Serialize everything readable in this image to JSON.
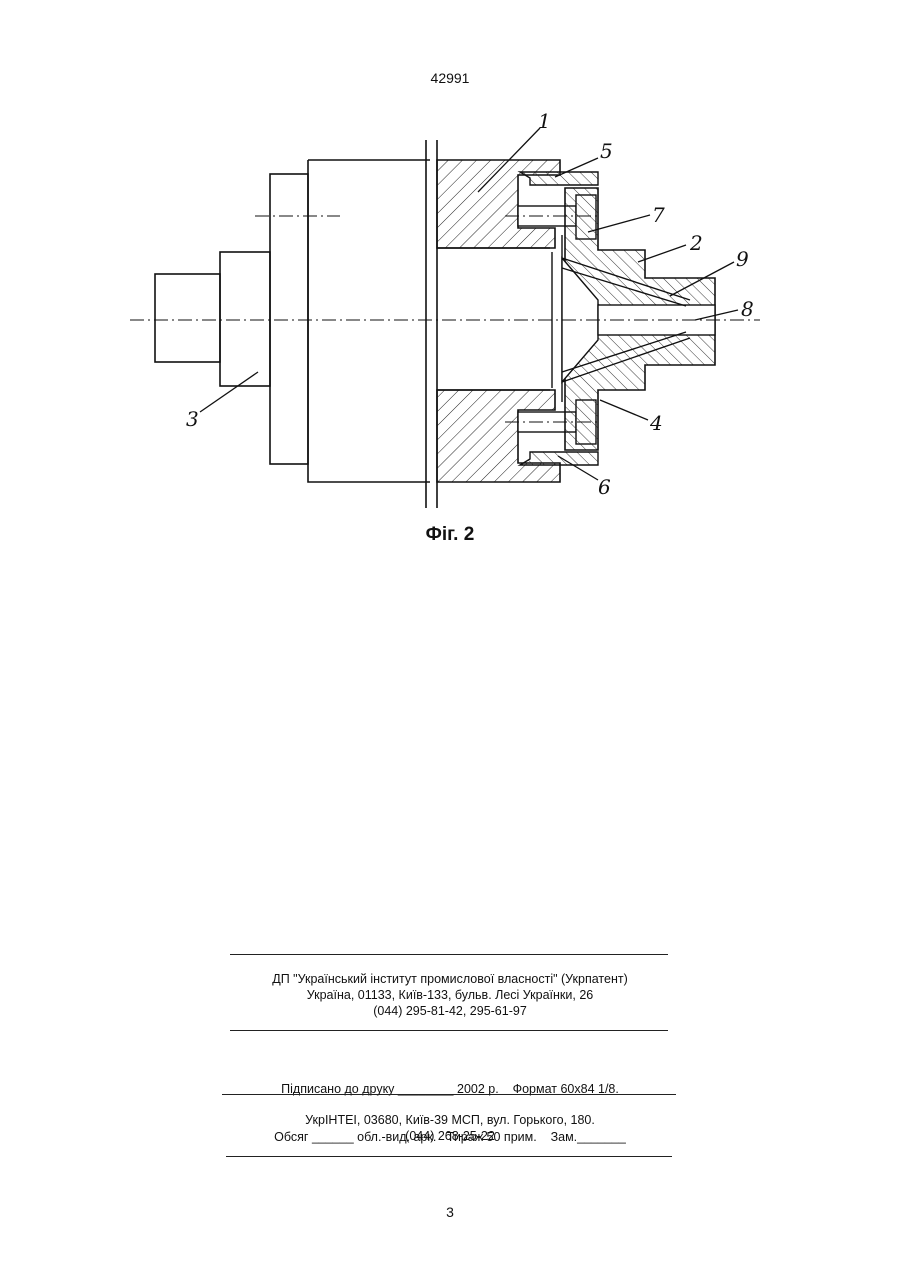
{
  "header": {
    "doc_number": "42991"
  },
  "figure": {
    "caption": "Фіг. 2",
    "callouts": [
      "1",
      "5",
      "7",
      "2",
      "9",
      "8",
      "4",
      "6",
      "3"
    ]
  },
  "footer": {
    "publisher_line1": "ДП \"Український інститут промислової власності\" (Укрпатент)",
    "publisher_line2": "Україна, 01133, Київ-133, бульв. Лесі Українки, 26",
    "publisher_line3": "(044) 295-81-42, 295-61-97",
    "print_line1": "Підписано до друку ________ 2002 р.    Формат 60х84 1/8.",
    "print_line2": "Обсяг ______ обл.-вид. арк.   Тираж 50 прим.    Зам._______",
    "printer_line1": "УкрІНТЕІ, 03680, Київ-39 МСП, вул. Горького, 180.",
    "printer_line2": "(044) 268-25-22"
  },
  "page": {
    "number": "3"
  }
}
